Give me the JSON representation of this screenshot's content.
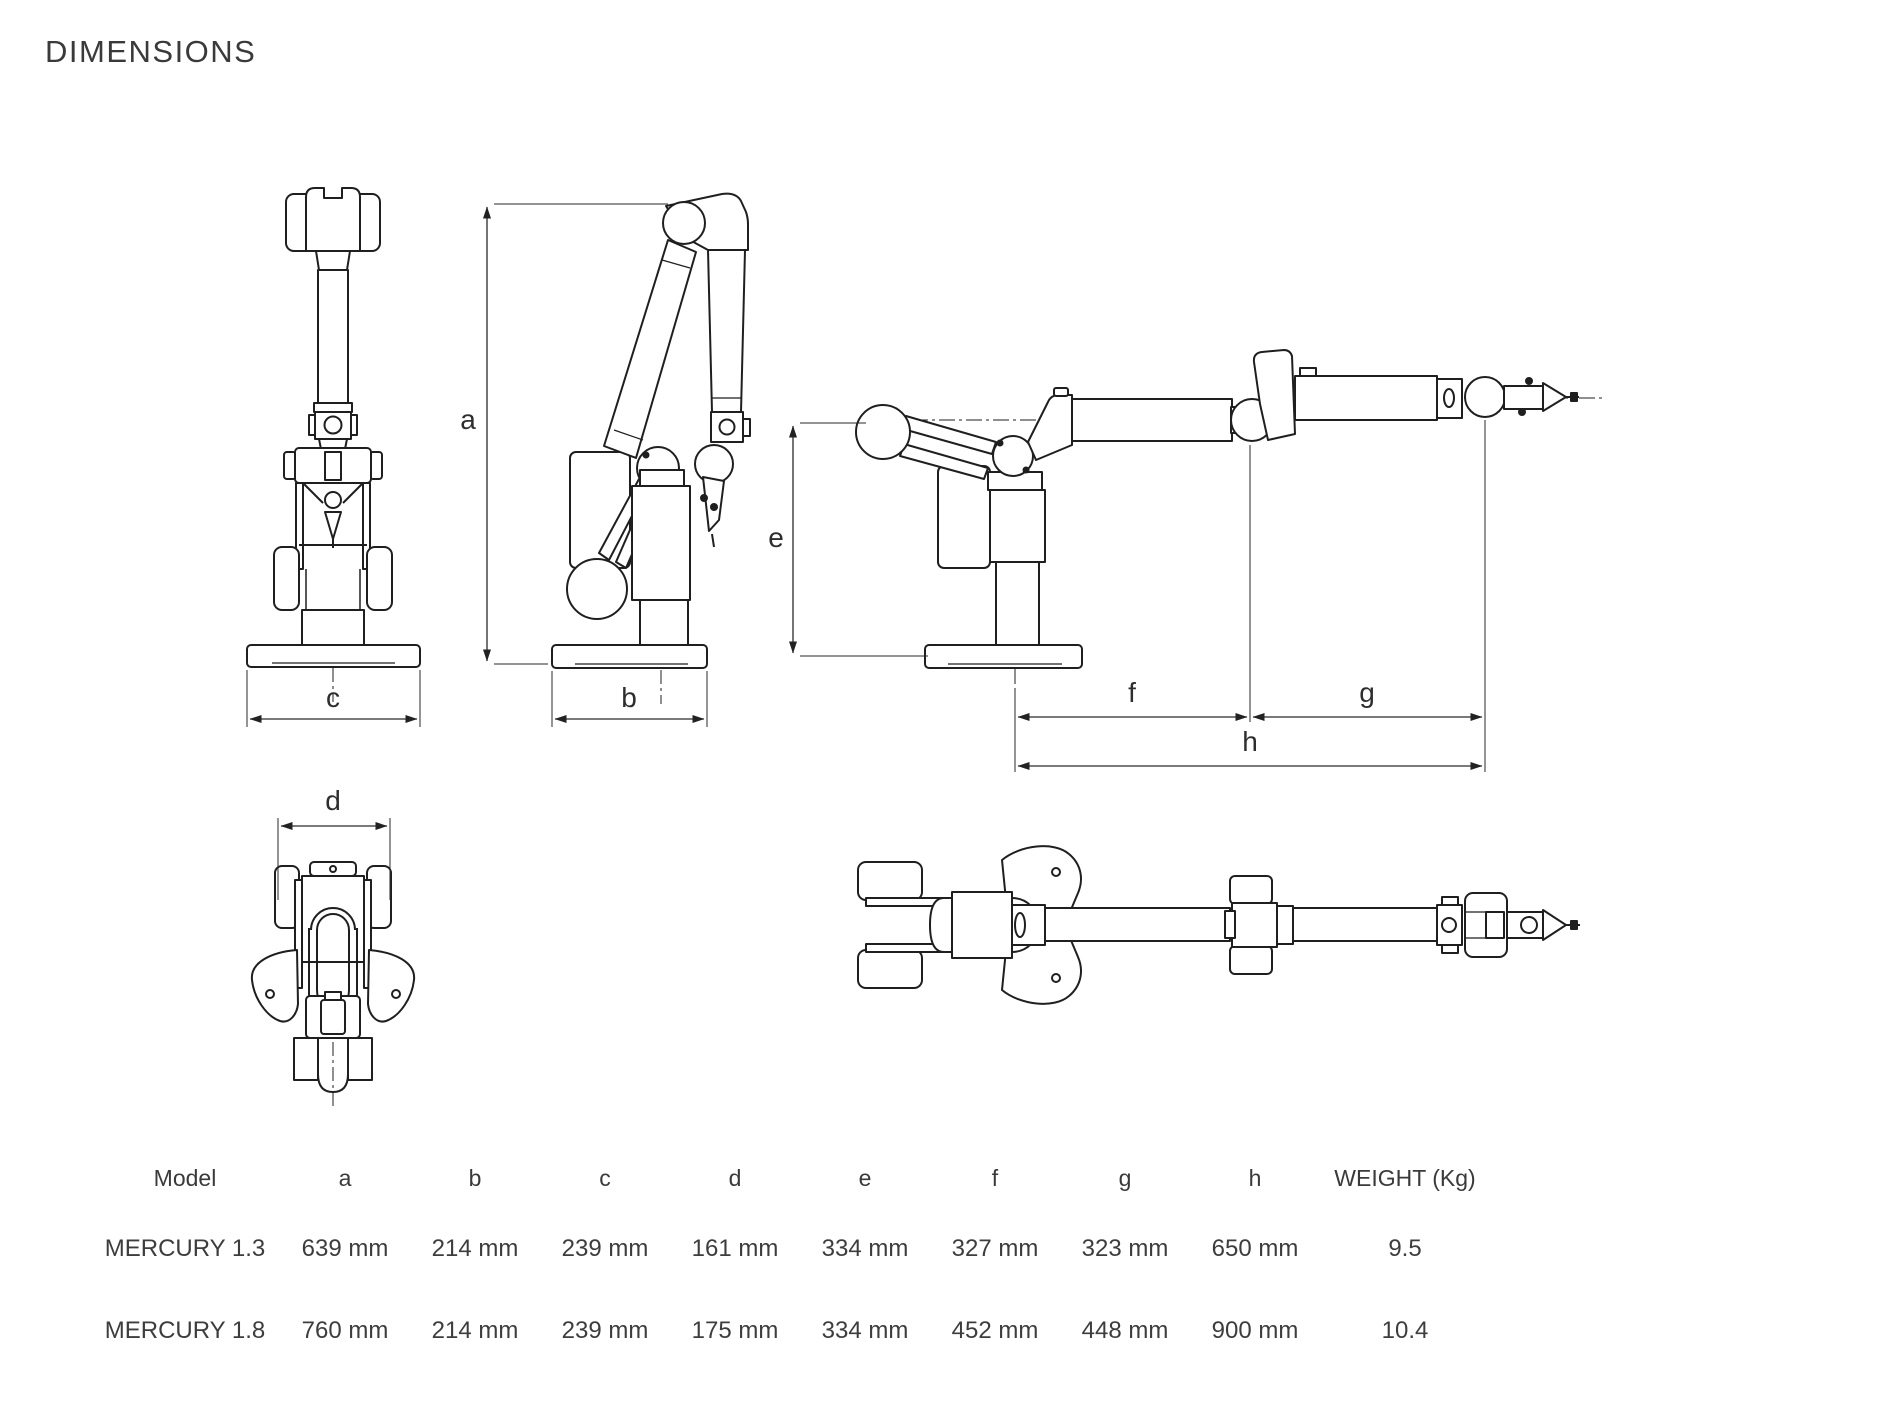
{
  "title": "DIMENSIONS",
  "colors": {
    "line": "#1f1f1f",
    "dim_line": "#2a2a2a",
    "text": "#3a3a3a",
    "background": "#ffffff"
  },
  "dims": {
    "a": "a",
    "b": "b",
    "c": "c",
    "d": "d",
    "e": "e",
    "f": "f",
    "g": "g",
    "h": "h"
  },
  "table": {
    "headers": [
      "Model",
      "a",
      "b",
      "c",
      "d",
      "e",
      "f",
      "g",
      "h",
      "WEIGHT (Kg)"
    ],
    "rows": [
      [
        "MERCURY 1.3",
        "639 mm",
        "214 mm",
        "239 mm",
        "161 mm",
        "334 mm",
        "327 mm",
        "323 mm",
        "650 mm",
        "9.5"
      ],
      [
        "MERCURY 1.8",
        "760 mm",
        "214 mm",
        "239 mm",
        "175 mm",
        "334 mm",
        "452 mm",
        "448 mm",
        "900 mm",
        "10.4"
      ]
    ]
  }
}
